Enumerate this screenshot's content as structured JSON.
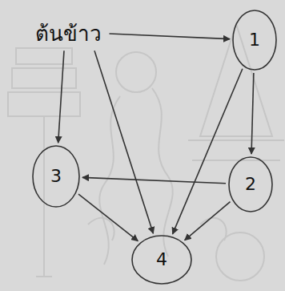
{
  "diagram": {
    "nodes": [
      {
        "text": [
          "ต้นข้าว"
        ]
      },
      {
        "text": [
          "1"
        ]
      },
      {
        "text": [
          "2"
        ]
      },
      {
        "text": [
          "3"
        ]
      },
      {
        "text": [
          "4"
        ]
      }
    ],
    "edges": [
      {
        "from": 0,
        "to": 1,
        "arrow": "to"
      },
      {
        "from": 0,
        "to": 3,
        "arrow": "to"
      },
      {
        "from": 0,
        "to": 4,
        "arrow": "to"
      },
      {
        "from": 1,
        "to": 2,
        "arrow": "to"
      },
      {
        "from": 1,
        "to": 4,
        "arrow": "to"
      },
      {
        "from": 2,
        "to": 3,
        "arrow": "to"
      },
      {
        "from": 2,
        "to": 4,
        "arrow": "to"
      },
      {
        "from": 3,
        "to": 4,
        "arrow": "to"
      }
    ]
  }
}
